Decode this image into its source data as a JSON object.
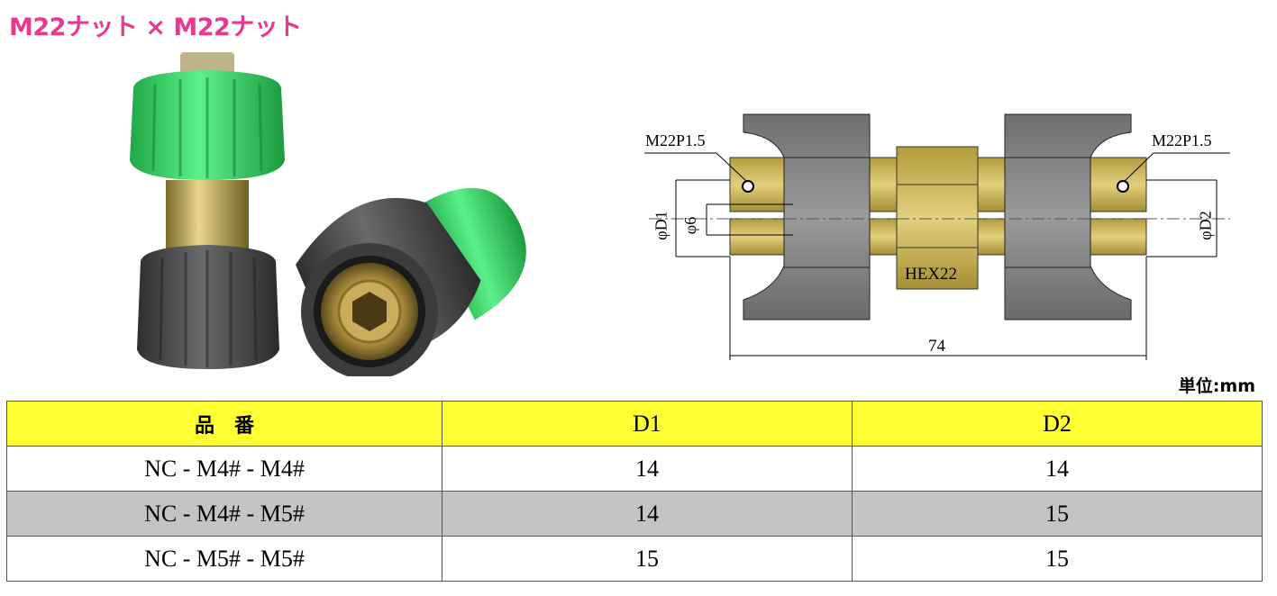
{
  "title": "M22ナット × M22ナット",
  "unit_label": "単位:mm",
  "drawing": {
    "thread_left": "M22P1.5",
    "thread_right": "M22P1.5",
    "d1": "φD1",
    "d6": "φ6",
    "d2": "φD2",
    "hex": "HEX22",
    "length": "74"
  },
  "table": {
    "headers": [
      "品　番",
      "D1",
      "D2"
    ],
    "rows": [
      [
        "NC - M4# - M4#",
        "14",
        "14"
      ],
      [
        "NC - M4# - M5#",
        "14",
        "15"
      ],
      [
        "NC - M5# - M5#",
        "15",
        "15"
      ]
    ]
  },
  "colors": {
    "title": "#e8398f",
    "header_bg": "#ffff33",
    "row_alt_bg": "#c4c4c4",
    "nut_green": "#3ed36a",
    "nut_gray": "#4a4a4a",
    "brass": "#c9b25a"
  }
}
